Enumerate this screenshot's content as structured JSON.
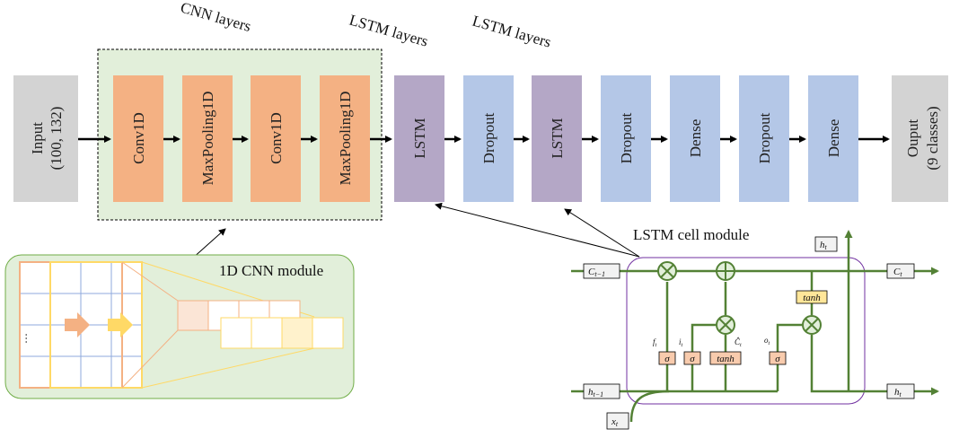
{
  "headers": {
    "cnn": "CNN layers",
    "lstm1": "LSTM layers",
    "lstm2": "LSTM layers"
  },
  "pipeline": {
    "input_line1": "Input",
    "input_line2": "(100, 132)",
    "conv1": "Conv1D",
    "pool1": "MaxPooling1D",
    "conv2": "Conv1D",
    "pool2": "MaxPooling1D",
    "lstm1": "LSTM",
    "dropout1": "Dropout",
    "lstm2": "LSTM",
    "dropout2": "Dropout",
    "dense1": "Dense",
    "dropout3": "Dropout",
    "dense2": "Dense",
    "output_line1": "Ouput",
    "output_line2": "(9 classes)"
  },
  "cnn_module": {
    "title": "1D CNN module",
    "ellipsis": "⋯"
  },
  "lstm_cell": {
    "title": "LSTM cell module",
    "c_prev": "C",
    "c_prev_sub": "t−1",
    "c_out": "C",
    "c_out_sub": "t",
    "h_prev": "h",
    "h_prev_sub": "t−1",
    "h_out_right": "h",
    "h_out_right_sub": "t",
    "h_out_top": "h",
    "h_out_top_sub": "t",
    "x_in": "x",
    "x_in_sub": "t",
    "f_gate": "f",
    "f_sub": "t",
    "i_gate": "i",
    "i_sub": "t",
    "c_tilde": "Ĉ",
    "c_tilde_sub": "t",
    "o_gate": "o",
    "o_sub": "t",
    "sigma1": "σ",
    "sigma2": "σ",
    "tanh1": "tanh",
    "sigma3": "σ",
    "tanh2": "tanh"
  },
  "colors": {
    "input_gray": "#d3d3d3",
    "conv_orange": "#f4b183",
    "cnn_bg_green": "#e2efda",
    "lstm_purple": "#b4a7c6",
    "dense_blue": "#b4c7e7",
    "cell_green": "#538135",
    "cell_border": "#7030a0",
    "module_border": "#70ad47",
    "tanh_fill": "#ffe699",
    "sigma_fill": "#f8cbad"
  }
}
